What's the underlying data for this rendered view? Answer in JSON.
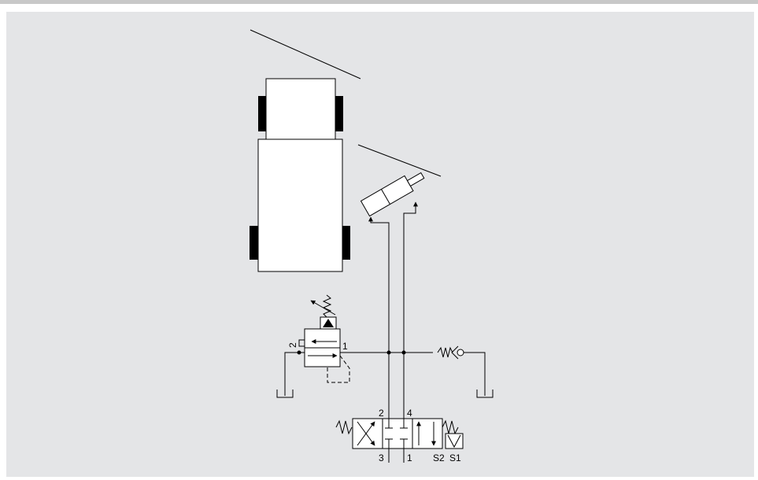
{
  "colors": {
    "background": "#e4e5e7",
    "top_bar": "#c8c8c8",
    "line": "#000000",
    "body_fill": "#ffffff"
  },
  "labels": {
    "relief_port_2": "2",
    "relief_port_1": "1",
    "dcv_port_2": "2",
    "dcv_port_4": "4",
    "dcv_port_3": "3",
    "dcv_port_1": "1",
    "solenoid_s2": "S2",
    "solenoid_s1": "S1"
  }
}
